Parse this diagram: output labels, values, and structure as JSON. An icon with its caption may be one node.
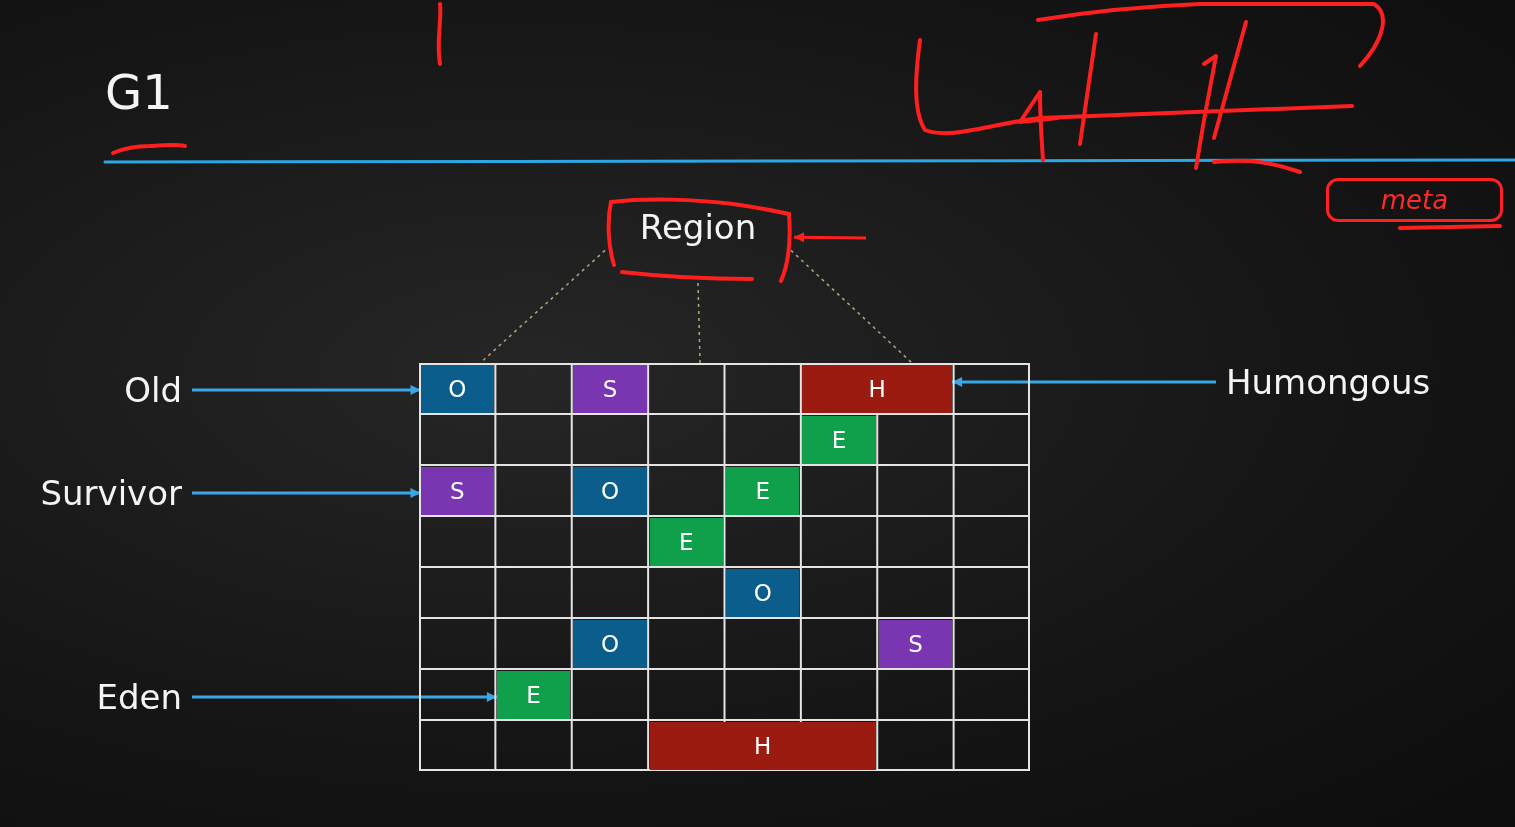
{
  "diagram": {
    "title": "G1",
    "nodes": [
      {
        "text": [
          "Region"
        ]
      },
      {
        "text": [],
        "shape": "grid"
      },
      {
        "text": [
          "O"
        ],
        "in": 1
      },
      {
        "text": [
          "S"
        ],
        "in": 1
      },
      {
        "text": [
          "H"
        ],
        "in": 1
      },
      {
        "text": [
          "E"
        ],
        "in": 1
      },
      {
        "text": [
          "S"
        ],
        "in": 1
      },
      {
        "text": [
          "O"
        ],
        "in": 1
      },
      {
        "text": [
          "E"
        ],
        "in": 1
      },
      {
        "text": [
          "E"
        ],
        "in": 1
      },
      {
        "text": [
          "O"
        ],
        "in": 1
      },
      {
        "text": [
          "O"
        ],
        "in": 1
      },
      {
        "text": [
          "S"
        ],
        "in": 1
      },
      {
        "text": [
          "E"
        ],
        "in": 1
      },
      {
        "text": [
          "H"
        ],
        "in": 1
      },
      {
        "text": [
          "Old"
        ]
      },
      {
        "text": [
          "Survivor"
        ]
      },
      {
        "text": [
          "Eden"
        ]
      },
      {
        "text": [
          "Humongous"
        ]
      }
    ],
    "edges": [
      {
        "from": 15,
        "to": 2,
        "arrow": "to"
      },
      {
        "from": 16,
        "to": 6,
        "arrow": "to"
      },
      {
        "from": 17,
        "to": 13,
        "arrow": "to"
      },
      {
        "from": 18,
        "to": 4,
        "arrow": "to"
      },
      {
        "from": 0,
        "to": 1,
        "arrow": "none",
        "style": "dashed",
        "color": "#a8a478"
      },
      {
        "from": 0,
        "to": 1,
        "arrow": "none",
        "style": "dashed",
        "color": "#a8a478"
      },
      {
        "from": 0,
        "to": 1,
        "arrow": "none",
        "style": "dashed",
        "color": "#a8a478"
      },
      {
        "from": null,
        "to": 0,
        "arrow": "to",
        "color": "#ff2020"
      }
    ],
    "labels": [
      "meta"
    ]
  }
}
